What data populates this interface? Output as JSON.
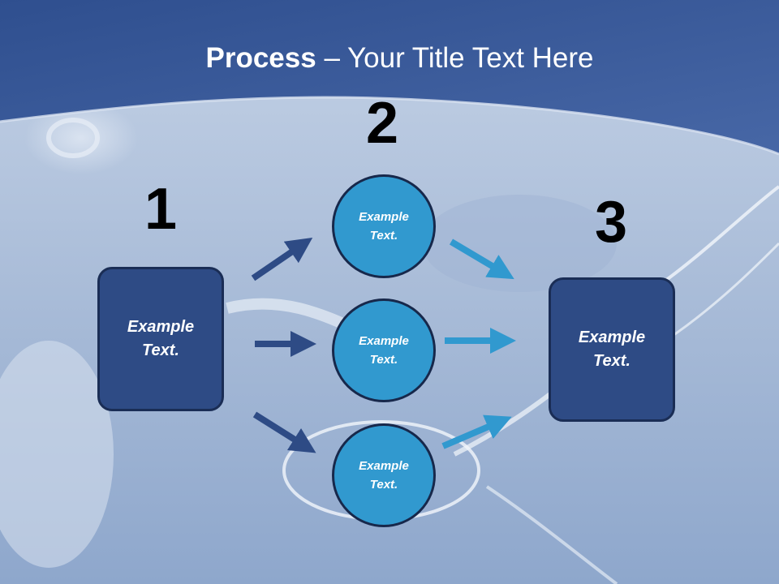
{
  "title": {
    "bold": "Process",
    "rest": " – Your Title Text Here"
  },
  "steps": {
    "one": {
      "number": "1",
      "text": "Example Text."
    },
    "two": {
      "number": "2",
      "circles": [
        "Example Text.",
        "Example Text.",
        "Example Text."
      ]
    },
    "three": {
      "number": "3",
      "text": "Example Text."
    }
  },
  "colors": {
    "header": "#3a5e9c",
    "box_fill": "#2e4b85",
    "circle_fill": "#3199cf",
    "arrow_dark": "#2e4b85",
    "arrow_light": "#3199cf"
  }
}
